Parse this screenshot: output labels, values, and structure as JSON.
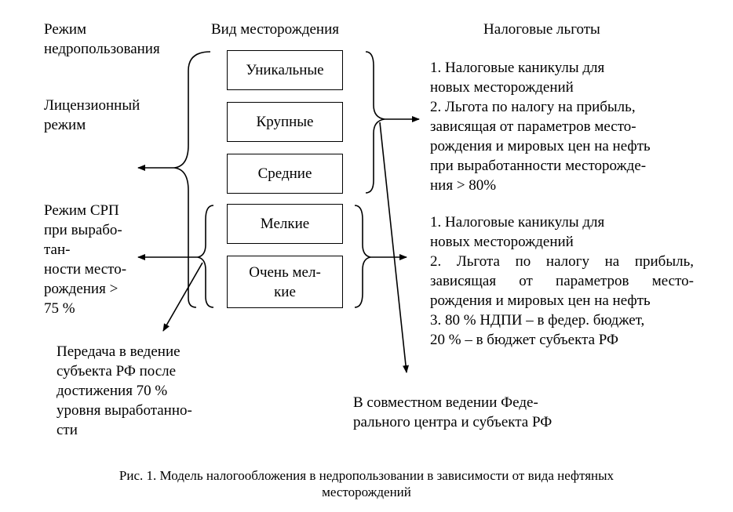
{
  "headers": {
    "regime": [
      "Режим",
      "недропользования"
    ],
    "deposit_type": "Вид месторождения",
    "tax_benefits": "Налоговые льготы"
  },
  "left": {
    "license": [
      "Лицензионный",
      "режим"
    ],
    "psa": [
      "Режим СРП",
      "при вырабо-",
      "тан-",
      "ности место-",
      "рождения  >",
      "75 %"
    ],
    "transfer": [
      "Передача в ведение",
      "субъекта РФ после",
      "достижения 70 %",
      "уровня выработанно-",
      "сти"
    ]
  },
  "boxes": {
    "unique": "Уникальные",
    "large": "Крупные",
    "medium": "Средние",
    "small": "Мелкие",
    "very_small": [
      "Очень мел-",
      "кие"
    ]
  },
  "right": {
    "benefits_large": [
      "1. Налоговые каникулы для",
      "новых месторождений",
      "2. Льгота по налогу на прибыль,",
      "зависящая от параметров место-",
      "рождения и мировых цен на нефть",
      "при выработанности месторожде-",
      "ния > 80%"
    ],
    "benefits_small": [
      "1. Налоговые каникулы для",
      "новых месторождений",
      "2. Льгота по налогу на прибыль,",
      "зависящая от параметров место-",
      "рождения и мировых цен на нефть",
      "3. 80 % НДПИ – в федер. бюджет,",
      "20 % – в бюджет субъекта РФ"
    ]
  },
  "bottom": {
    "joint": [
      "В совместном ведении Феде-",
      "рального центра и субъекта РФ"
    ]
  },
  "caption": [
    "Рис. 1. Модель налогообложения в недропользовании в зависимости от вида нефтяных",
    "месторождений"
  ]
}
